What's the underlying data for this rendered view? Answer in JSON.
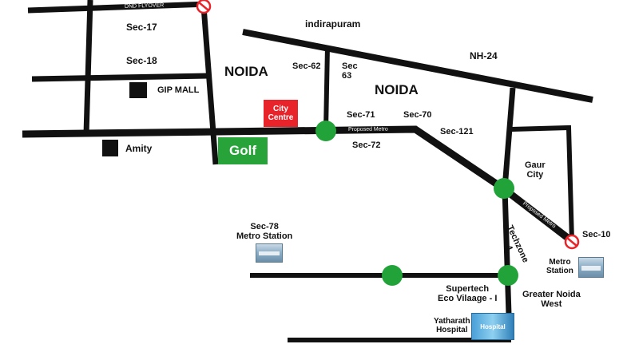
{
  "labels": {
    "dnd_flyover": "DND FLYOVER",
    "sec17": "Sec-17",
    "sec18": "Sec-18",
    "gip_mall": "GIP MALL",
    "noida_left": "NOIDA",
    "amity": "Amity",
    "golf": "Golf",
    "city_centre": "City\nCentre",
    "indirapuram": "indirapuram",
    "sec62": "Sec-62",
    "sec63": "Sec\n63",
    "noida_right": "NOIDA",
    "nh24": "NH-24",
    "sec71": "Sec-71",
    "sec70": "Sec-70",
    "proposed_metro_1": "Proposed Metro",
    "sec72": "Sec-72",
    "sec121": "Sec-121",
    "gaur_city": "Gaur\nCity",
    "proposed_metro_2": "Proposed Metro",
    "techzone": "Techzone\n4",
    "sec10": "Sec-10",
    "metro_station_right": "Metro\nStation",
    "sec78_metro": "Sec-78\nMetro Station",
    "supertech": "Supertech\nEco Vilaage - I",
    "greater_noida_west": "Greater Noida\nWest",
    "yatharath": "Yatharath\nHospital",
    "hospital_sign": "Hospital"
  },
  "colors": {
    "road": "#111111",
    "metro_station_dot": "#22a33a",
    "golf_box": "#27a33a",
    "city_centre_box": "#e8232a",
    "no_symbol": "#e8232a"
  },
  "icons": {
    "no_entry": "no-entry-icon",
    "metro_station": "metro-station-icon",
    "hospital": "hospital-building-icon"
  }
}
